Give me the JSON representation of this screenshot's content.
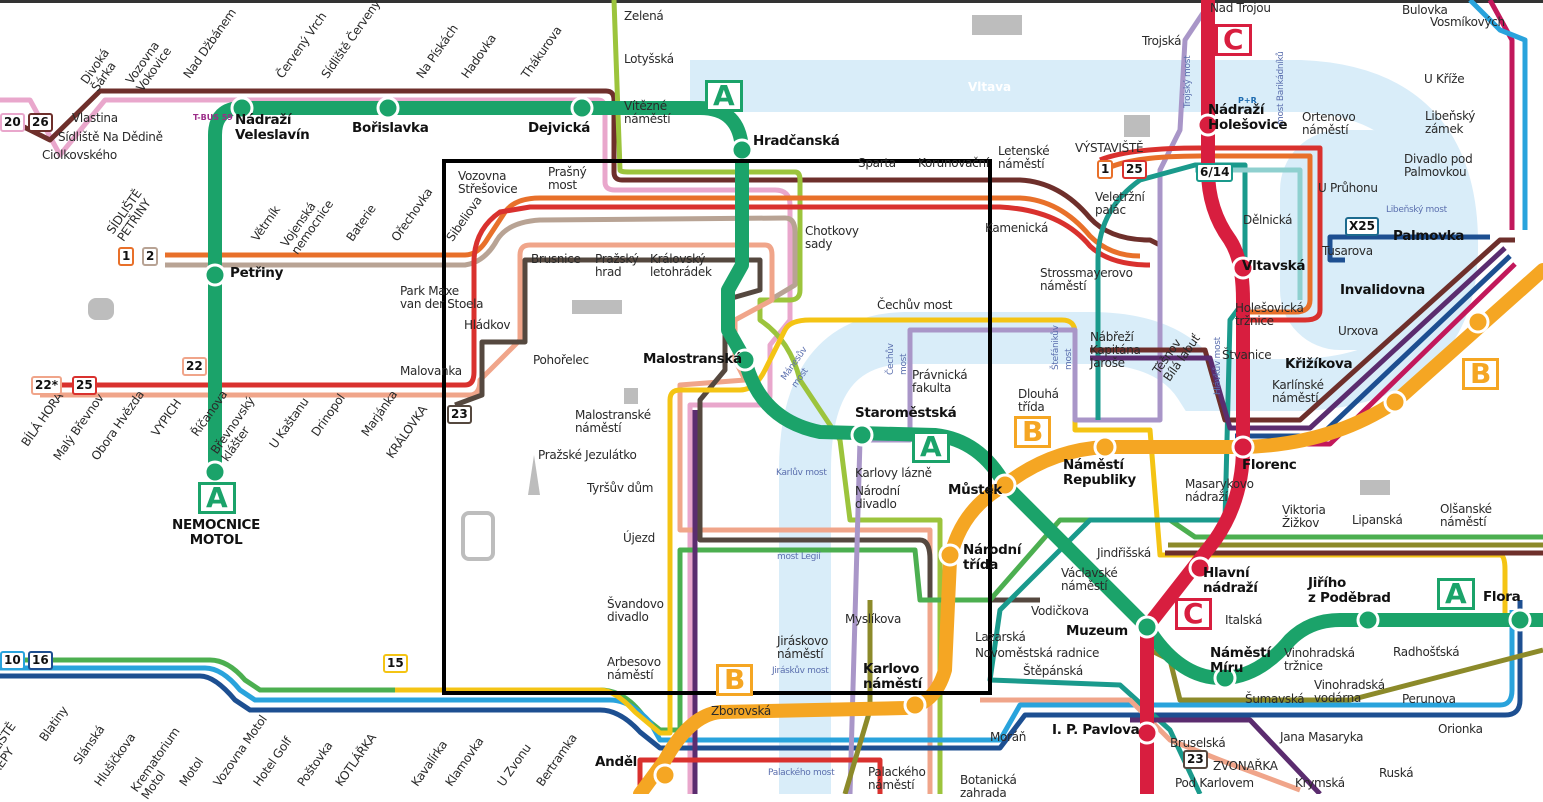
{
  "river": {
    "name": "Vltava"
  },
  "metro": {
    "A": {
      "letter": "A",
      "color": "#1ba36a"
    },
    "B": {
      "letter": "B",
      "color": "#f5a623"
    },
    "C": {
      "letter": "C",
      "color": "#d81e3f"
    }
  },
  "major_stations": [
    "Nádraží\nVeleslavín",
    "Bořislavka",
    "Dejvická",
    "Hradčanská",
    "Petřiny",
    "Malostranská",
    "Staroměstská",
    "Můstek",
    "Národní\ntřída",
    "Karlovo\nnáměstí",
    "Anděl",
    "Muzeum",
    "I. P. Pavlova",
    "Náměstí\nMíru",
    "Jiřího\nz Poděbrad",
    "Flora",
    "Hlavní\nnádraží",
    "Florenc",
    "Náměstí\nRepubliky",
    "Nádraží\nHolešovice",
    "Vltavská",
    "Palmovka",
    "Invalidovna",
    "Křižíkova",
    "NEMOCNICE\nMOTOL"
  ],
  "stations": [
    "Vlastina",
    "Sídliště Na Dědině",
    "Ciolkovského",
    "Zelená",
    "Lotyšská",
    "Vítězné\nnáměstí",
    "Vozovna\nStřešovice",
    "Prašný\nmost",
    "Brusnice",
    "Pražský\nhrad",
    "Královský\nletohrádek",
    "Park Maxe\nvan der Stoela",
    "Hládkov",
    "Pohořelec",
    "Malovanka",
    "Chotkovy\nsady",
    "Sparta",
    "Korunovační",
    "Letenské\nnáměstí",
    "Kamenická",
    "Čechův most",
    "Právnická\nfakulta",
    "Malostranské\nnáměstí",
    "Pražské Jezulátko",
    "Tyršův dům",
    "Újezd",
    "Švandovo\ndivadlo",
    "Arbesovo\nnáměstí",
    "Karlovy lázně",
    "Národní\ndivadlo",
    "Myslíkova",
    "Jiráskovo\nnáměstí",
    "Zborovská",
    "Moráň",
    "Palackého\nnáměstí",
    "Botanická\nzahrada",
    "Lazarská",
    "Novoměstská radnice",
    "Štěpánská",
    "Vodičkova",
    "Václavské\nnáměstí",
    "Jindřišská",
    "Bruselská",
    "ZVONAŘKA",
    "Pod Karlovem",
    "Krymská",
    "Ruská",
    "Jana Masaryka",
    "Šumavská",
    "Vinohradská\nvodárna",
    "Perunova",
    "Orionka",
    "Vinohradská\ntržnice",
    "Radhošťská",
    "Italská",
    "Viktoria\nŽižkov",
    "Lipanská",
    "Olšanské\nnáměstí",
    "Masarykovo\nnádraží",
    "Dlouhá\ntřída",
    "Nábřeží\nKapitána\nJaroše",
    "Strossmayerovo\nnáměstí",
    "Veletržní\npalác",
    "VÝSTAVIŠTĚ",
    "Trojská",
    "Nad Trojou",
    "Ortenovo\nnáměstí",
    "U Průhonu",
    "Dělnická",
    "Tusarova",
    "Holešovická\ntržnice",
    "Štvanice",
    "Bulovka",
    "Vosmíkových",
    "U Kříže",
    "Libeňský\nzámek",
    "Divadlo pod\nPalmovkou",
    "Urxova",
    "Karlínské\nnáměstí"
  ],
  "diagonal_stations": [
    "Divoká\nŠárka",
    "Vozovna\nVokovice",
    "Nad Džbánem",
    "Červený Vrch",
    "Sídliště Červený Vrch",
    "Na Pískách",
    "Hadovka",
    "Thákurova",
    "SÍDLIŠTĚ\nPETŘINY",
    "Větrník",
    "Vojenská\nnemocnice",
    "Baterie",
    "Ořechovka",
    "Sibeliova",
    "BÍLÁ HORA",
    "Malý Břevnov",
    "Obora Hvězda",
    "VYPICH",
    "Říčanova",
    "Břevnovský\nklášter",
    "U Kaštanu",
    "Drinopol",
    "Marjánka",
    "KRÁLOVKA",
    "SÍDLIŠTĚ\nŘEPY",
    "Blatiny",
    "Slánská",
    "Hlušičkova",
    "Krematorium\nMotol",
    "Motol",
    "Vozovna Motol",
    "Hotel Golf",
    "Poštovka",
    "KOTLÁŘKA",
    "Kavalírka",
    "Klamovka",
    "U Zvonu",
    "Bertramka",
    "Těšnov\nBílá labuť"
  ],
  "bridges": [
    "Karlův most",
    "most Legií",
    "Jiráskův most",
    "Palackého most",
    "Libeňský most",
    "Mánesův\nmost",
    "Čechův\nmost",
    "Štefánikův\nmost",
    "Hlávkův most",
    "Trojský most",
    "most Barikádníků"
  ],
  "badges": [
    "20",
    "26",
    "1",
    "2",
    "22*",
    "25",
    "22",
    "23",
    "10",
    "16",
    "15",
    "1",
    "25",
    "6/14",
    "X25",
    "23"
  ],
  "misc": {
    "tbus": "T-BUS 59",
    "pr": "P+R"
  },
  "colors": {
    "tram_brown": "#6e2f2b",
    "tram_pink": "#e9a7cc",
    "tram_lime": "#9cc43c",
    "tram_orange": "#e8702a",
    "tram_beige": "#b8a394",
    "tram_red": "#d9312e",
    "tram_salmon": "#f0a58a",
    "tram_dark": "#55483f",
    "tram_green": "#4caf50",
    "tram_lightblue": "#29a3dc",
    "tram_darkblue": "#1d4f91",
    "tram_yellow": "#f4c414",
    "tram_purple": "#5b2c6f",
    "tram_lavender": "#a996c8",
    "tram_teal": "#1a9a8c",
    "tram_magenta": "#c2185b",
    "tram_olive": "#8c8a2a",
    "tram_aqua": "#8fd0cf",
    "river": "#d9edf9"
  }
}
